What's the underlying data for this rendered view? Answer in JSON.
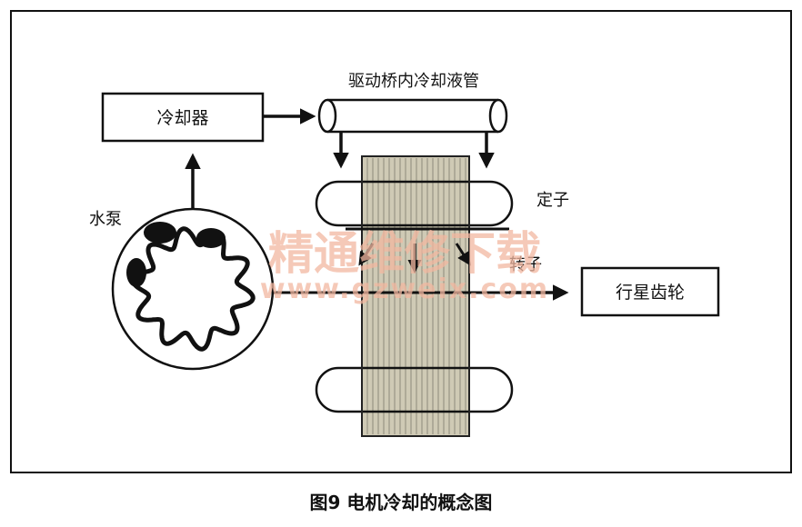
{
  "labels": {
    "cooler": "冷却器",
    "pipe": "驱动桥内冷却液管",
    "pump": "水泵",
    "stator": "定子",
    "rotor": "转子",
    "planetary_gear": "行星齿轮"
  },
  "caption": "图9 电机冷却的概念图",
  "watermark": {
    "line1": "精通维修下载",
    "line2": "www.gzweix.com"
  },
  "colors": {
    "frame": "#111111",
    "core_fill": "#cfcab5",
    "core_lines": "#8c8a7a",
    "watermark": "#f2b7a0"
  }
}
